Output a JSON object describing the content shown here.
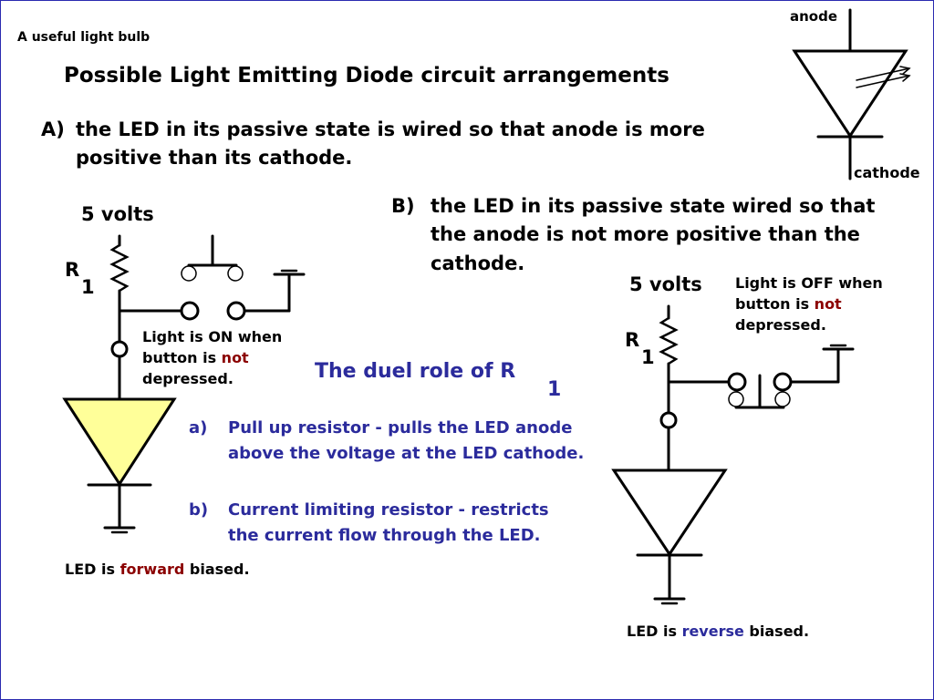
{
  "header": {
    "corner_title": "A useful light bulb",
    "title": "Possible Light Emitting Diode circuit arrangements"
  },
  "symbol": {
    "anode_label": "anode",
    "cathode_label": "cathode"
  },
  "section_a": {
    "marker": "A)",
    "line1": "the LED in its passive state is wired so that anode is more",
    "line2": "positive than its cathode."
  },
  "section_b": {
    "marker": "B)",
    "line1": "the LED in its passive state wired so that",
    "line2": "the anode is not more positive than the",
    "line3": "cathode."
  },
  "circuit_a": {
    "supply": "5 volts",
    "resistor_letter": "R",
    "resistor_sub": "1",
    "note_line1": "Light is ON when",
    "note_line2_pre": "button is ",
    "note_line2_emph": "not",
    "note_line3": "depressed.",
    "bias_pre": "LED is ",
    "bias_emph": "forward",
    "bias_post": " biased.",
    "led_fill": "#ffff99"
  },
  "circuit_b": {
    "supply": "5 volts",
    "resistor_letter": "R",
    "resistor_sub": "1",
    "note_line1": "Light is OFF when",
    "note_line2_pre": "button is ",
    "note_line2_emph": "not",
    "note_line3": "depressed.",
    "bias_pre": "LED is ",
    "bias_emph": "reverse",
    "bias_post": "  biased."
  },
  "dual_role": {
    "heading": "The duel role of R",
    "heading_sub": "1",
    "a_marker": "a)",
    "a_line1": "Pull up resistor -  pulls the LED anode",
    "a_line2": "above the voltage at the LED cathode.",
    "b_marker": "b)",
    "b_line1": "Current limiting resistor -  restricts",
    "b_line2": "the current flow through the LED."
  },
  "colors": {
    "border": "#2a2ab0",
    "accent_text": "#2b2b9c",
    "emphasis_red": "#8b0000",
    "led_lit": "#ffff99"
  }
}
